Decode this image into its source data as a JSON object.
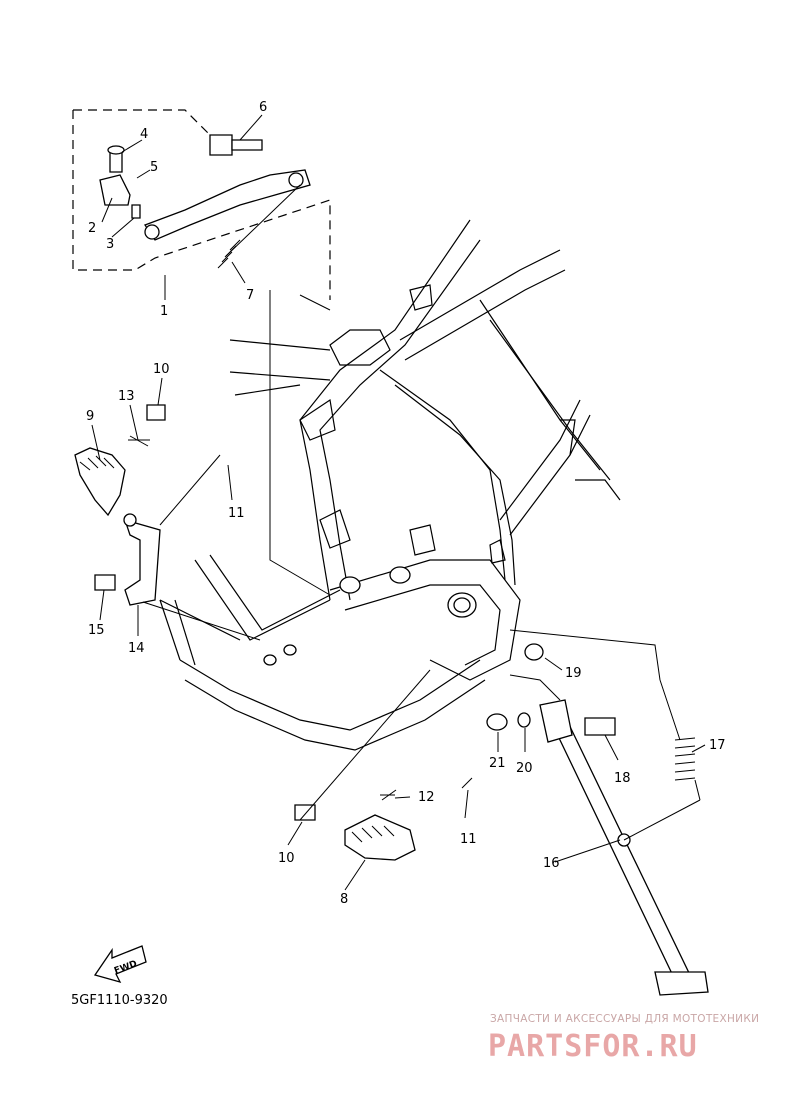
{
  "diagram_code": "5GF1110-9320",
  "fwd_label": "FWD",
  "callouts": [
    {
      "id": "c1",
      "text": "1"
    },
    {
      "id": "c2",
      "text": "2"
    },
    {
      "id": "c3",
      "text": "3"
    },
    {
      "id": "c4",
      "text": "4"
    },
    {
      "id": "c5",
      "text": "5"
    },
    {
      "id": "c6",
      "text": "6"
    },
    {
      "id": "c7",
      "text": "7"
    },
    {
      "id": "c8",
      "text": "8"
    },
    {
      "id": "c9",
      "text": "9"
    },
    {
      "id": "c10a",
      "text": "10"
    },
    {
      "id": "c10b",
      "text": "10"
    },
    {
      "id": "c11a",
      "text": "11"
    },
    {
      "id": "c11b",
      "text": "11"
    },
    {
      "id": "c12",
      "text": "12"
    },
    {
      "id": "c13",
      "text": "13"
    },
    {
      "id": "c14",
      "text": "14"
    },
    {
      "id": "c15",
      "text": "15"
    },
    {
      "id": "c16",
      "text": "16"
    },
    {
      "id": "c17",
      "text": "17"
    },
    {
      "id": "c18",
      "text": "18"
    },
    {
      "id": "c19",
      "text": "19"
    },
    {
      "id": "c20",
      "text": "20"
    },
    {
      "id": "c21",
      "text": "21"
    }
  ],
  "watermark": {
    "tagline": "ЗАПЧАСТИ И АКСЕССУАРЫ ДЛЯ МОТОТЕХНИКИ",
    "brand": "PARTSFOR.RU"
  }
}
